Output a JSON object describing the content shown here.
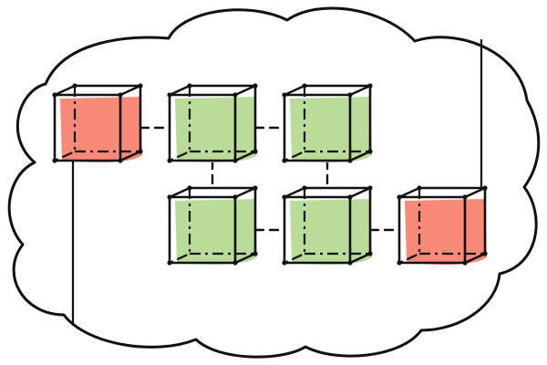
{
  "diagram": {
    "colors": {
      "background": "#ffffff",
      "outline": "#111111",
      "active_node": "#b9dc9a",
      "endpoint_node": "#fa8a78"
    },
    "nodes": [
      {
        "id": "n1",
        "role": "endpoint",
        "row": 0,
        "col": 0
      },
      {
        "id": "n2",
        "role": "active",
        "row": 0,
        "col": 1
      },
      {
        "id": "n3",
        "role": "active",
        "row": 0,
        "col": 2
      },
      {
        "id": "n4",
        "role": "active",
        "row": 1,
        "col": 1
      },
      {
        "id": "n5",
        "role": "active",
        "row": 1,
        "col": 2
      },
      {
        "id": "n6",
        "role": "endpoint",
        "row": 1,
        "col": 3
      }
    ],
    "links": [
      {
        "from": "n1",
        "to": "n2"
      },
      {
        "from": "n2",
        "to": "n3"
      },
      {
        "from": "n2",
        "to": "n4"
      },
      {
        "from": "n3",
        "to": "n5"
      },
      {
        "from": "n4",
        "to": "n5"
      },
      {
        "from": "n5",
        "to": "n6"
      }
    ],
    "external_lines": [
      {
        "node": "n1",
        "direction": "down"
      },
      {
        "node": "n6",
        "direction": "up"
      }
    ]
  }
}
